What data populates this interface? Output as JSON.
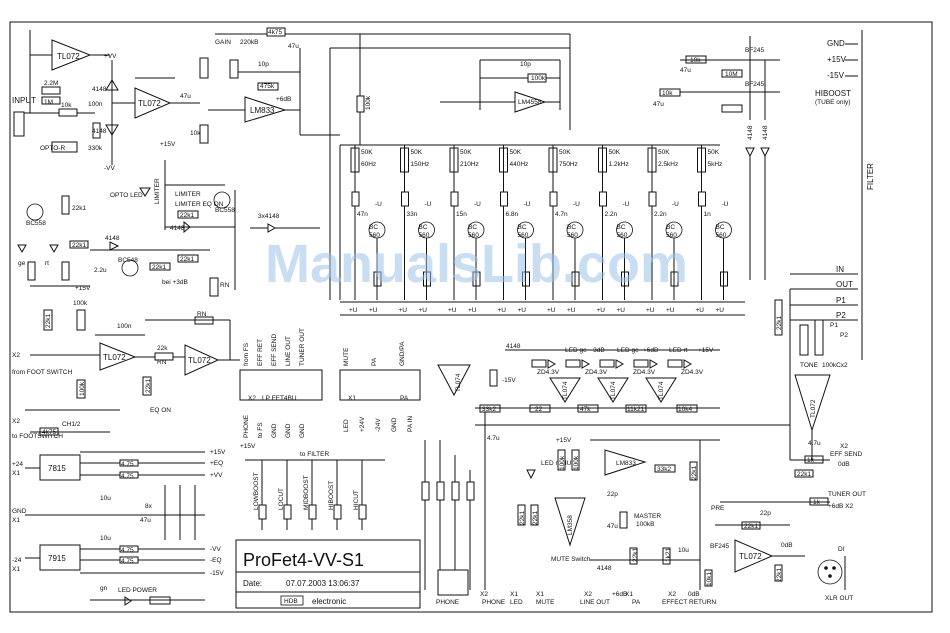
{
  "title_block": {
    "name": "ProFet4-VV-S1",
    "date_label": "Date:",
    "date_value": "07.07.2003 13:06:37",
    "company_logo": "HDB",
    "company_text": "electronic"
  },
  "watermark": "ManualsLib.com",
  "right_rail": {
    "label": "FILTER",
    "gnd": "GND",
    "plus15": "+15V",
    "minus15": "-15V",
    "hiboost": "HIBOOST",
    "tube_only": "(TUBE only)"
  },
  "sections": {
    "input": "INPUT",
    "opto_r": "OPTO-R",
    "gain": "GAIN",
    "gain_pot": "220kB",
    "opto_led": "OPTO LED",
    "limiter": "LIMITER",
    "limiter_eq": "LIMITER EQ ON",
    "eq_on": "EQ ON",
    "bel": "bei +3dB",
    "rn": "RN",
    "diodes3": "3x4148",
    "from_footswitch": "from FOOT SWITCH",
    "to_footswitch": "to FOOTSWITCH",
    "ch12": "CH1/2",
    "led_power": "LED POWER",
    "gn": "gn",
    "hiboost_side": "HIBOOST",
    "limiter_side": "LIMITER"
  },
  "eq_bands": [
    {
      "freq": "60Hz",
      "pot": "50K",
      "cap": "47n"
    },
    {
      "freq": "150Hz",
      "pot": "50K",
      "cap": "33n"
    },
    {
      "freq": "210Hz",
      "pot": "50K",
      "cap": "15n"
    },
    {
      "freq": "440Hz",
      "pot": "50K",
      "cap": "6.8n"
    },
    {
      "freq": "750Hz",
      "pot": "50K",
      "cap": "4.7n"
    },
    {
      "freq": "1.2kHz",
      "pot": "50K",
      "cap": "2.2n"
    },
    {
      "freq": "2.5kHz",
      "pot": "50K",
      "cap": "2.2n"
    },
    {
      "freq": "5kHz",
      "pot": "50K",
      "cap": "1n"
    }
  ],
  "ics": {
    "tl072": "TL072",
    "lm833": "LM833",
    "lm358": "LM358",
    "tl074": "TL074",
    "lm4558": "LM4558",
    "reg_pos": "7815",
    "reg_neg": "7915",
    "bc548": "BC548",
    "bc558": "BC558",
    "bc560": "BC 560",
    "bf245": "BF245"
  },
  "connectors": {
    "lp_board": "LP FET4BU",
    "x2": "X2",
    "x1": "X1",
    "pa": "PA",
    "mute": "MUTE",
    "to_filter": "to FILTER",
    "phone": "PHONE",
    "line_out": "LINE OUT",
    "eff_send": "EFF SEND",
    "eff_return": "EFFECT RETURN",
    "tuner_out": "TUNER OUT",
    "xlr_out": "XLR OUT",
    "di": "DI",
    "master": "MASTER",
    "master_pot": "100kB",
    "tone": "TONE",
    "tone_pot": "100kCx2",
    "pre": "PRE",
    "led_mute": "LED rt MUTE",
    "mute_switch": "MUTE Switch",
    "led_row": [
      "LED ge",
      "-3dB",
      "LED ge",
      "+6dB",
      "LED rt"
    ],
    "zd": [
      "ZD4.3V",
      "ZD4.3V",
      "ZD4.3V",
      "ZD4.3V"
    ],
    "plus24": "+24",
    "gnd": "GND",
    "minus24": "-24",
    "rails_out": [
      "+15V",
      "+EQ",
      "+VV",
      "-VV",
      "-EQ",
      "-15V"
    ],
    "in": "IN",
    "out": "OUT",
    "p1": "P1",
    "p2": "P2",
    "odb": "0dB",
    "plus6db": "+6dB"
  },
  "bottom_labels": [
    "PHONE",
    "X2",
    "PHONE",
    "X1",
    "LED",
    "X1",
    "MUTE",
    "X2",
    "LINE OUT",
    "+6dB",
    "X1",
    "PA",
    "X2",
    "EFFECT RETURN",
    "0dB",
    "XLR OUT"
  ],
  "lp_pins": {
    "top": [
      "from FS",
      "EFF RET",
      "EFF SEND",
      "LINE OUT",
      "TUNER OUT"
    ],
    "bottom": [
      "PHONE",
      "to FS",
      "GND",
      "GND",
      "GND"
    ],
    "right_top": [
      "MUTE",
      "PA",
      "GND/PA"
    ],
    "right_bottom": [
      "LED",
      "+24V",
      "-24V",
      "GND",
      "PA IN"
    ]
  },
  "filter_pins": [
    "LOWBOOST",
    "LOCUT",
    "MIDBOOST",
    "HIBOOST",
    "HICUT"
  ]
}
